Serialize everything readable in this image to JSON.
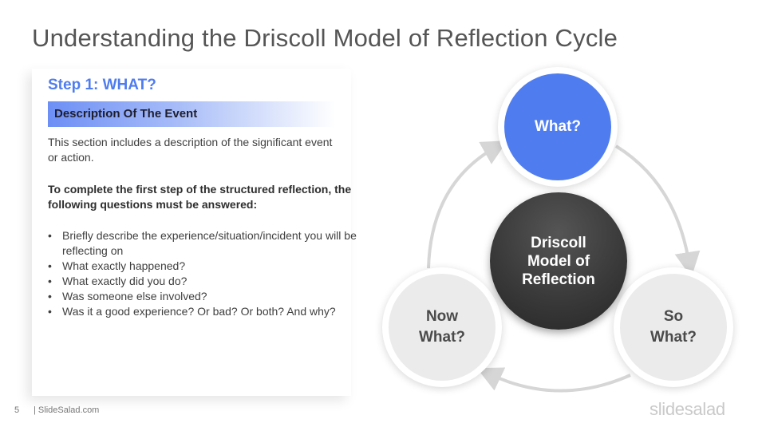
{
  "slide": {
    "title": "Understanding the Driscoll Model of Reflection Cycle",
    "page_number": "5",
    "footer_site": "| SlideSalad.com",
    "logo_text": "slidesalad"
  },
  "panel": {
    "step_title": "Step 1: WHAT?",
    "band_label": "Description  Of The Event",
    "description": "This section includes a description of the significant event or action.",
    "instruction": "To complete the first step of the structured reflection, the following questions must be answered:",
    "bullets": [
      "Briefly describe the experience/situation/incident you will be reflecting on",
      "What exactly happened?",
      "What exactly did you do?",
      "Was someone else involved?",
      "Was it a good experience? Or bad? Or both? And why?"
    ],
    "bullet_glyph": "•"
  },
  "diagram": {
    "center": [
      "Driscoll",
      "Model of",
      "Reflection"
    ],
    "top": "What?",
    "left": [
      "Now",
      "What?"
    ],
    "right": [
      "So",
      "What?"
    ]
  },
  "colors": {
    "accent": "#4f7df0",
    "center": "#3a3a3a",
    "node": "#ebebeb",
    "arrow": "#d6d6d6"
  }
}
